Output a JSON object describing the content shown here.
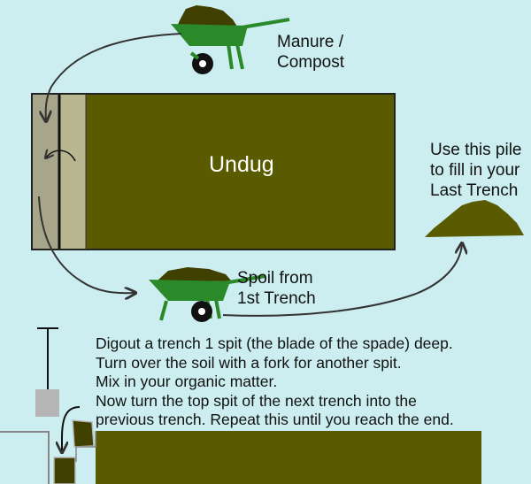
{
  "labels": {
    "manure": [
      "Manure /",
      "Compost"
    ],
    "undug": "Undug",
    "spoil": [
      "Spoil from",
      "1st Trench"
    ],
    "pile": [
      "Use this pile",
      "to fill in your",
      "Last Trench"
    ]
  },
  "instructions": [
    "Digout a trench 1 spit (the blade of the spade) deep.",
    "Turn over the soil with a fork for another spit.",
    "Mix in your organic matter.",
    "Now turn the top spit of the next trench into the",
    "previous trench. Repeat this until you reach the end."
  ],
  "colors": {
    "background": "#cceef0",
    "soil": "#5a5a00",
    "trench_dark": "#a8a68a",
    "trench_light": "#b9b78f",
    "wheelbarrow": "#2a8a2a",
    "spoil": "#404000"
  }
}
